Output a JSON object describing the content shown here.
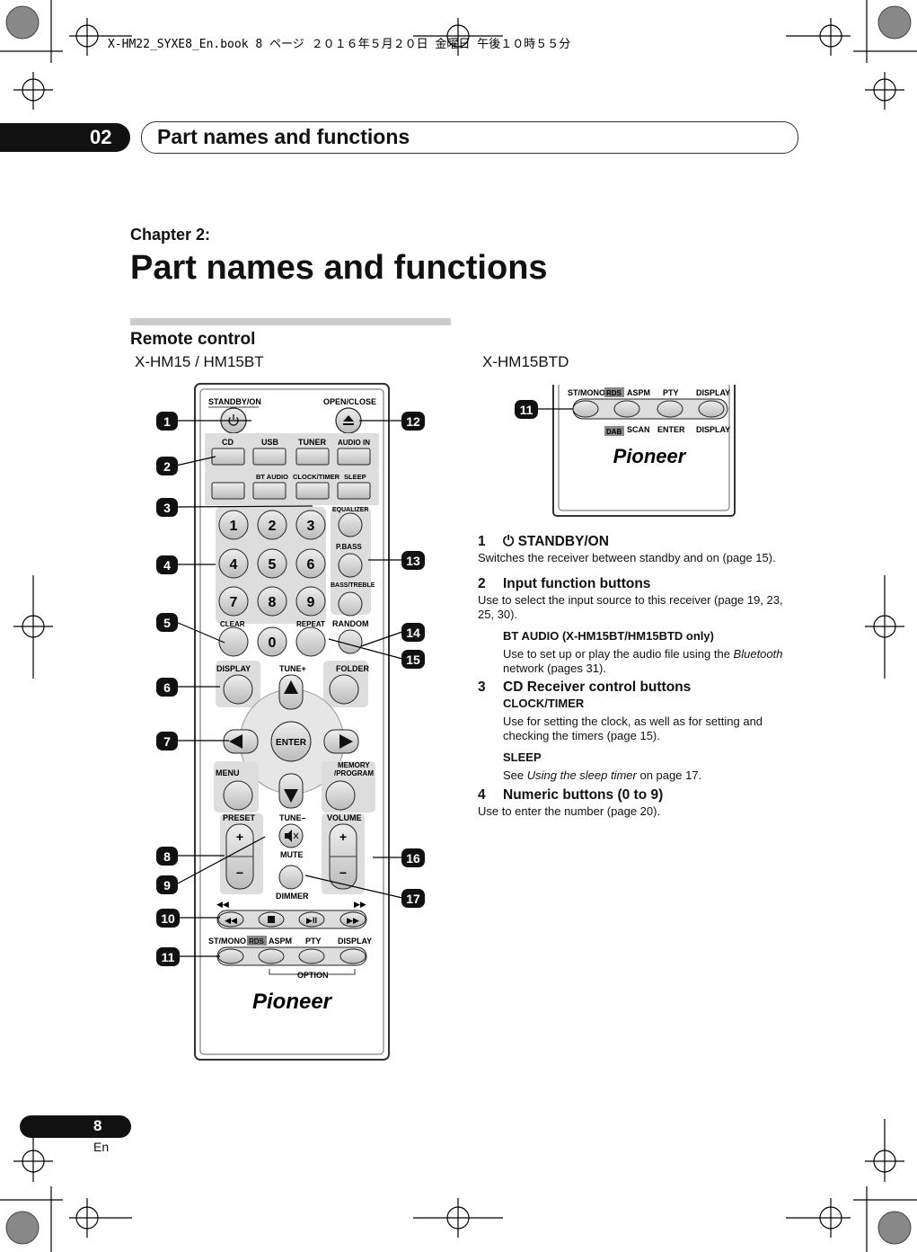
{
  "print_header": "X-HM22_SYXE8_En.book  8 ページ  ２０１６年５月２０日  金曜日  午後１０時５５分",
  "chapter_tab": {
    "number": "02",
    "title": "Part names and functions"
  },
  "chapter_label": "Chapter 2:",
  "page_title": "Part names and functions",
  "section_title": "Remote control",
  "model_left": "X-HM15 / HM15BT",
  "model_right": "X-HM15BTD",
  "remote": {
    "standby": "STANDBY/ON",
    "open_close": "OPEN/CLOSE",
    "input_row1": [
      "CD",
      "USB",
      "TUNER",
      "AUDIO IN"
    ],
    "bt_audio": "BT AUDIO",
    "clock_timer": "CLOCK/TIMER",
    "sleep": "SLEEP",
    "digits": [
      "1",
      "2",
      "3",
      "4",
      "5",
      "6",
      "7",
      "8",
      "9",
      "0"
    ],
    "equalizer": "EQUALIZER",
    "pbass": "P.BASS",
    "bass_treble": "BASS/TREBLE",
    "clear": "CLEAR",
    "repeat": "REPEAT",
    "random": "RANDOM",
    "display": "DISPLAY",
    "folder": "FOLDER",
    "tune_plus": "TUNE+",
    "tune_minus": "TUNE–",
    "enter": "ENTER",
    "menu": "MENU",
    "memory_program": [
      "MEMORY",
      "/PROGRAM"
    ],
    "preset": "PRESET",
    "volume": "VOLUME",
    "mute": "MUTE",
    "dimmer": "DIMMER",
    "st_mono": "ST/MONO",
    "rds": "RDS",
    "aspm": "ASPM",
    "pty": "PTY",
    "display2": "DISPLAY",
    "option": "OPTION",
    "brand": "Pioneer",
    "callouts_left": [
      "1",
      "2",
      "3",
      "4",
      "5",
      "6",
      "7",
      "8",
      "9",
      "10",
      "11"
    ],
    "callouts_right": [
      "12",
      "13",
      "14",
      "15",
      "16",
      "17"
    ]
  },
  "remote_btd": {
    "st_mono": "ST/MONO",
    "rds": "RDS",
    "aspm": "ASPM",
    "pty": "PTY",
    "display": "DISPLAY",
    "dab": "DAB",
    "scan": "SCAN",
    "enter": "ENTER",
    "display2": "DISPLAY",
    "brand": "Pioneer",
    "callout": "11"
  },
  "descriptions": {
    "item1": {
      "num": "1",
      "title": "STANDBY/ON",
      "text": "Switches the receiver between standby and on (page 15)."
    },
    "item2": {
      "num": "2",
      "title": "Input function buttons",
      "text": "Use to select the input source to this receiver (page 19, 23, 25, 30).",
      "sub_title": "BT AUDIO (X-HM15BT/HM15BTD only)",
      "sub_text_a": "Use to set up or play the audio file using the ",
      "sub_text_em": "Bluetooth",
      "sub_text_b": " network (pages 31)."
    },
    "item3": {
      "num": "3",
      "title": "CD Receiver control buttons",
      "sub1_title": "CLOCK/TIMER",
      "sub1_text": "Use for setting the clock, as well as for setting and checking the timers (page 15).",
      "sub2_title": "SLEEP",
      "sub2_text_a": "See ",
      "sub2_text_em": "Using the sleep timer",
      "sub2_text_b": " on page 17."
    },
    "item4": {
      "num": "4",
      "title": "Numeric buttons (0 to 9)",
      "text": "Use to enter the number (page 20)."
    }
  },
  "page_number": "8",
  "page_lang": "En"
}
